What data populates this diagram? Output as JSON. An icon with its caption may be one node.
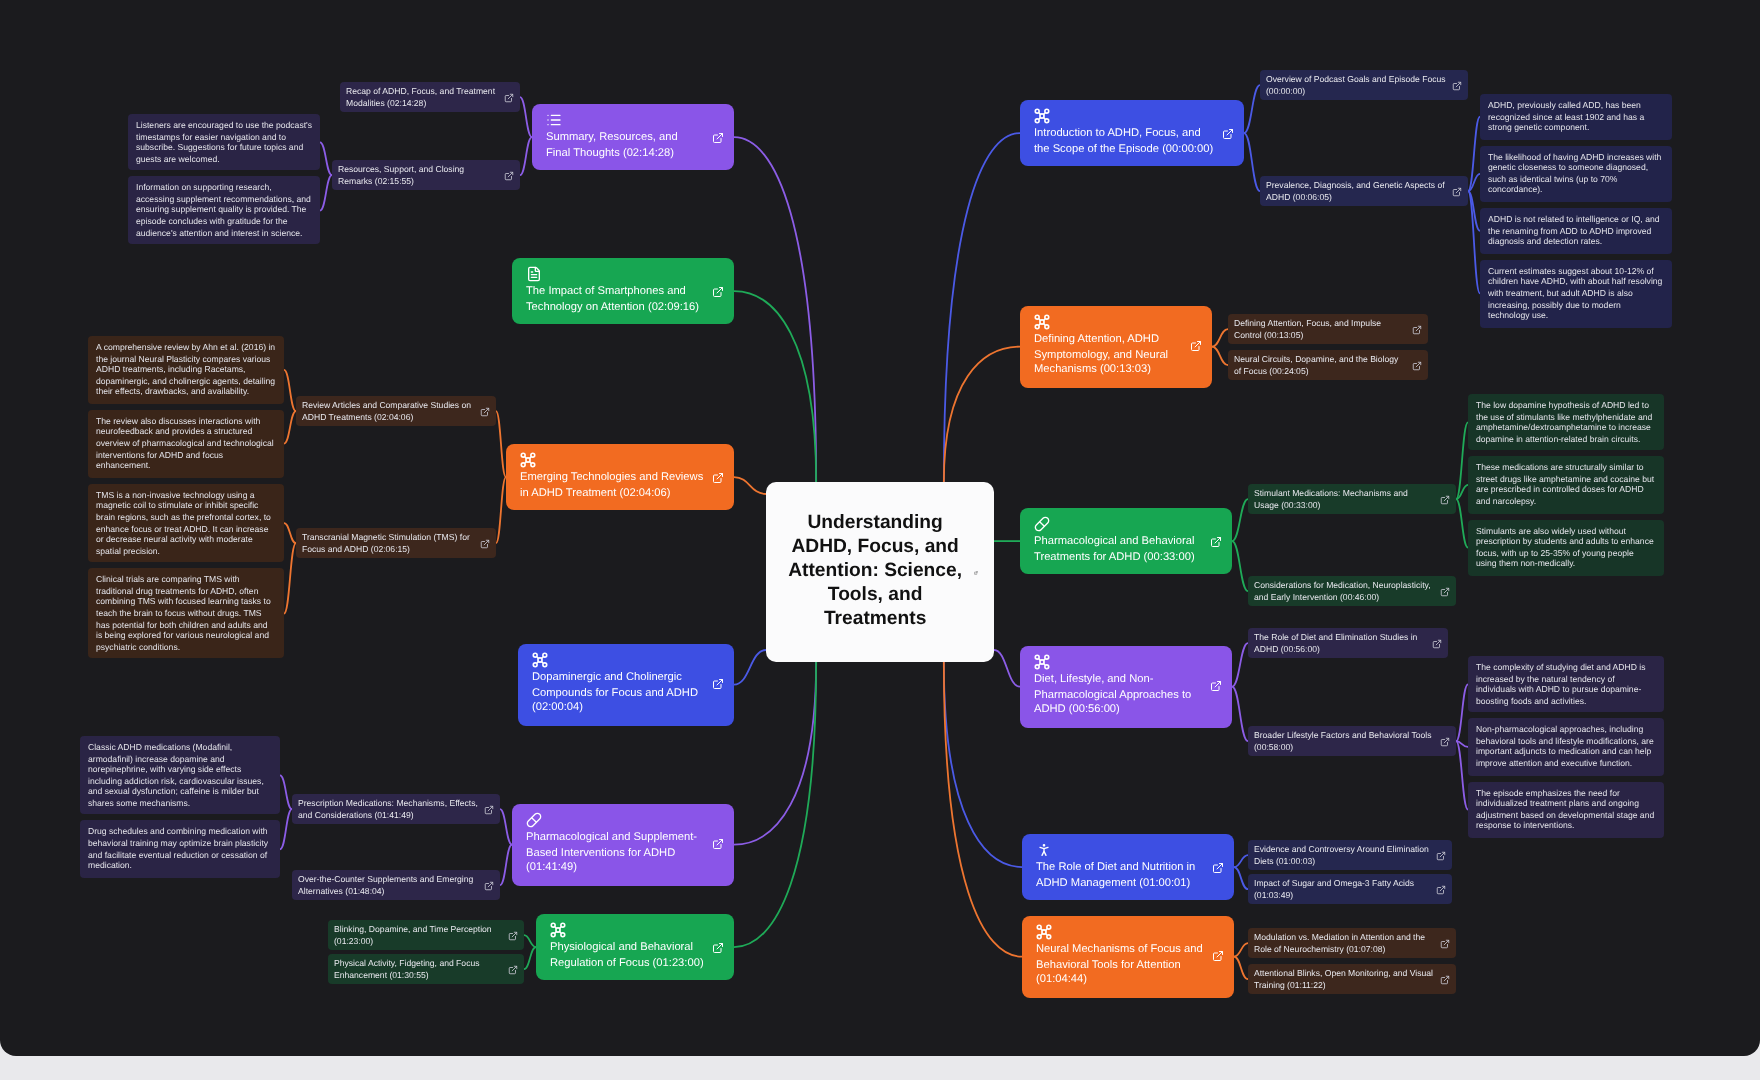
{
  "diagram": {
    "nodes": [
      {
        "text": [
          "Understanding ADHD, Focus, and Attention: Science, Tools, and Treatments"
        ]
      },
      {
        "text": [
          "Introduction to ADHD, Focus, and the Scope of the Episode (00:00:00)"
        ]
      },
      {
        "text": [
          "Overview of Podcast Goals and Episode Focus (00:00:00)"
        ]
      },
      {
        "text": [
          "Prevalence, Diagnosis, and Genetic Aspects of ADHD (00:06:05)"
        ]
      },
      {
        "text": [
          "ADHD, previously called ADD, has been recognized since at least 1902 and has a strong genetic component."
        ]
      },
      {
        "text": [
          "The likelihood of having ADHD increases with genetic closeness to someone diagnosed, such as identical twins (up to 70% concordance)."
        ]
      },
      {
        "text": [
          "ADHD is not related to intelligence or IQ, and the renaming from ADD to ADHD improved diagnosis and detection rates."
        ]
      },
      {
        "text": [
          "Current estimates suggest about 10-12% of children have ADHD, with about half resolving with treatment, but adult ADHD is also increasing, possibly due to modern technology use."
        ]
      },
      {
        "text": [
          "Defining Attention, ADHD Symptomology, and Neural Mechanisms (00:13:03)"
        ]
      },
      {
        "text": [
          "Defining Attention, Focus, and Impulse Control (00:13:05)"
        ]
      },
      {
        "text": [
          "Neural Circuits, Dopamine, and the Biology of Focus (00:24:05)"
        ]
      },
      {
        "text": [
          "Pharmacological and Behavioral Treatments for ADHD (00:33:00)"
        ]
      },
      {
        "text": [
          "Stimulant Medications: Mechanisms and Usage (00:33:00)"
        ]
      },
      {
        "text": [
          "The low dopamine hypothesis of ADHD led to the use of stimulants like methylphenidate and amphetamine/dextroamphetamine to increase dopamine in attention-related brain circuits."
        ]
      },
      {
        "text": [
          "These medications are structurally similar to street drugs like amphetamine and cocaine but are prescribed in controlled doses for ADHD and narcolepsy."
        ]
      },
      {
        "text": [
          "Stimulants are also widely used without prescription by students and adults to enhance focus, with up to 25-35% of young people using them non-medically."
        ]
      },
      {
        "text": [
          "Considerations for Medication, Neuroplasticity, and Early Intervention (00:46:00)"
        ]
      },
      {
        "text": [
          "Diet, Lifestyle, and Non-Pharmacological Approaches to ADHD (00:56:00)"
        ]
      },
      {
        "text": [
          "The Role of Diet and Elimination Studies in ADHD (00:56:00)"
        ]
      },
      {
        "text": [
          "Broader Lifestyle Factors and Behavioral Tools (00:58:00)"
        ]
      },
      {
        "text": [
          "The complexity of studying diet and ADHD is increased by the natural tendency of individuals with ADHD to pursue dopamine-boosting foods and activities."
        ]
      },
      {
        "text": [
          "Non-pharmacological approaches, including behavioral tools and lifestyle modifications, are important adjuncts to medication and can help improve attention and executive function."
        ]
      },
      {
        "text": [
          "The episode emphasizes the need for individualized treatment plans and ongoing adjustment based on developmental stage and response to interventions."
        ]
      },
      {
        "text": [
          "The Role of Diet and Nutrition in ADHD Management (01:00:01)"
        ]
      },
      {
        "text": [
          "Evidence and Controversy Around Elimination Diets (01:00:03)"
        ]
      },
      {
        "text": [
          "Impact of Sugar and Omega-3 Fatty Acids (01:03:49)"
        ]
      },
      {
        "text": [
          "Neural Mechanisms of Focus and Behavioral Tools for Attention (01:04:44)"
        ]
      },
      {
        "text": [
          "Modulation vs. Mediation in Attention and the Role of Neurochemistry (01:07:08)"
        ]
      },
      {
        "text": [
          "Attentional Blinks, Open Monitoring, and Visual Training (01:11:22)"
        ]
      },
      {
        "text": [
          "Summary, Resources, and Final Thoughts (02:14:28)"
        ]
      },
      {
        "text": [
          "Recap of ADHD, Focus, and Treatment Modalities (02:14:28)"
        ]
      },
      {
        "text": [
          "Resources, Support, and Closing Remarks (02:15:55)"
        ]
      },
      {
        "text": [
          "Listeners are encouraged to use the podcast's timestamps for easier navigation and to subscribe. Suggestions for future topics and guests are welcomed."
        ]
      },
      {
        "text": [
          "Information on supporting research, accessing supplement recommendations, and ensuring supplement quality is provided. The episode concludes with gratitude for the audience's attention and interest in science."
        ]
      },
      {
        "text": [
          "The Impact of Smartphones and Technology on Attention (02:09:16)"
        ]
      },
      {
        "text": [
          "Emerging Technologies and Reviews in ADHD Treatment (02:04:06)"
        ]
      },
      {
        "text": [
          "Review Articles and Comparative Studies on ADHD Treatments (02:04:06)"
        ]
      },
      {
        "text": [
          "A comprehensive review by Ahn et al. (2016) in the journal Neural Plasticity compares various ADHD treatments, including Racetams, dopaminergic, and cholinergic agents, detailing their effects, drawbacks, and availability."
        ]
      },
      {
        "text": [
          "The review also discusses interactions with neurofeedback and provides a structured overview of pharmacological and technological interventions for ADHD and focus enhancement."
        ]
      },
      {
        "text": [
          "Transcranial Magnetic Stimulation (TMS) for Focus and ADHD (02:06:15)"
        ]
      },
      {
        "text": [
          "TMS is a non-invasive technology using a magnetic coil to stimulate or inhibit specific brain regions, such as the prefrontal cortex, to enhance focus or treat ADHD. It can increase or decrease neural activity with moderate spatial precision."
        ]
      },
      {
        "text": [
          "Clinical trials are comparing TMS with traditional drug treatments for ADHD, often combining TMS with focused learning tasks to teach the brain to focus without drugs. TMS has potential for both children and adults and is being explored for various neurological and psychiatric conditions."
        ]
      },
      {
        "text": [
          "Dopaminergic and Cholinergic Compounds for Focus and ADHD (02:00:04)"
        ]
      },
      {
        "text": [
          "Pharmacological and Supplement-Based Interventions for ADHD (01:41:49)"
        ]
      },
      {
        "text": [
          "Prescription Medications: Mechanisms, Effects, and Considerations (01:41:49)"
        ]
      },
      {
        "text": [
          "Classic ADHD medications (Modafinil, armodafinil) increase dopamine and norepinephrine, with varying side effects including addiction risk, cardiovascular issues, and sexual dysfunction; caffeine is milder but shares some mechanisms."
        ]
      },
      {
        "text": [
          "Drug schedules and combining medication with behavioral training may optimize brain plasticity and facilitate eventual reduction or cessation of medication."
        ]
      },
      {
        "text": [
          "Over-the-Counter Supplements and Emerging Alternatives (01:48:04)"
        ]
      },
      {
        "text": [
          "Physiological and Behavioral Regulation of Focus (01:23:00)"
        ]
      },
      {
        "text": [
          "Blinking, Dopamine, and Time Perception (01:23:00)"
        ]
      },
      {
        "text": [
          "Physical Activity, Fidgeting, and Focus Enhancement (01:30:55)"
        ]
      }
    ],
    "edges": [
      {
        "from": 0,
        "to": 1,
        "arrow": "none",
        "color": "#4b5ae6"
      },
      {
        "from": 0,
        "to": 8,
        "arrow": "none",
        "color": "#ee7530"
      },
      {
        "from": 0,
        "to": 11,
        "arrow": "none",
        "color": "#1faa58"
      },
      {
        "from": 0,
        "to": 17,
        "arrow": "none",
        "color": "#8c5de6"
      },
      {
        "from": 0,
        "to": 23,
        "arrow": "none",
        "color": "#4b5ae6"
      },
      {
        "from": 0,
        "to": 26,
        "arrow": "none",
        "color": "#ee7530"
      },
      {
        "from": 0,
        "to": 29,
        "arrow": "none",
        "color": "#8c5de6"
      },
      {
        "from": 0,
        "to": 34,
        "arrow": "none",
        "color": "#1faa58"
      },
      {
        "from": 0,
        "to": 35,
        "arrow": "none",
        "color": "#ee7530"
      },
      {
        "from": 0,
        "to": 42,
        "arrow": "none",
        "color": "#4b5ae6"
      },
      {
        "from": 0,
        "to": 43,
        "arrow": "none",
        "color": "#8c5de6"
      },
      {
        "from": 0,
        "to": 48,
        "arrow": "none",
        "color": "#1faa58"
      },
      {
        "from": 1,
        "to": 2,
        "arrow": "none",
        "color": "#4b5ae6"
      },
      {
        "from": 1,
        "to": 3,
        "arrow": "none",
        "color": "#4b5ae6"
      },
      {
        "from": 3,
        "to": 4,
        "arrow": "none",
        "color": "#4b5ae6"
      },
      {
        "from": 3,
        "to": 5,
        "arrow": "none",
        "color": "#4b5ae6"
      },
      {
        "from": 3,
        "to": 6,
        "arrow": "none",
        "color": "#4b5ae6"
      },
      {
        "from": 3,
        "to": 7,
        "arrow": "none",
        "color": "#4b5ae6"
      },
      {
        "from": 8,
        "to": 9,
        "arrow": "none",
        "color": "#ee7530"
      },
      {
        "from": 8,
        "to": 10,
        "arrow": "none",
        "color": "#ee7530"
      },
      {
        "from": 11,
        "to": 12,
        "arrow": "none",
        "color": "#1faa58"
      },
      {
        "from": 11,
        "to": 16,
        "arrow": "none",
        "color": "#1faa58"
      },
      {
        "from": 12,
        "to": 13,
        "arrow": "none",
        "color": "#1faa58"
      },
      {
        "from": 12,
        "to": 14,
        "arrow": "none",
        "color": "#1faa58"
      },
      {
        "from": 12,
        "to": 15,
        "arrow": "none",
        "color": "#1faa58"
      },
      {
        "from": 17,
        "to": 18,
        "arrow": "none",
        "color": "#8c5de6"
      },
      {
        "from": 17,
        "to": 19,
        "arrow": "none",
        "color": "#8c5de6"
      },
      {
        "from": 19,
        "to": 20,
        "arrow": "none",
        "color": "#8c5de6"
      },
      {
        "from": 19,
        "to": 21,
        "arrow": "none",
        "color": "#8c5de6"
      },
      {
        "from": 19,
        "to": 22,
        "arrow": "none",
        "color": "#8c5de6"
      },
      {
        "from": 23,
        "to": 24,
        "arrow": "none",
        "color": "#4b5ae6"
      },
      {
        "from": 23,
        "to": 25,
        "arrow": "none",
        "color": "#4b5ae6"
      },
      {
        "from": 26,
        "to": 27,
        "arrow": "none",
        "color": "#ee7530"
      },
      {
        "from": 26,
        "to": 28,
        "arrow": "none",
        "color": "#ee7530"
      },
      {
        "from": 29,
        "to": 30,
        "arrow": "none",
        "color": "#8c5de6"
      },
      {
        "from": 29,
        "to": 31,
        "arrow": "none",
        "color": "#8c5de6"
      },
      {
        "from": 31,
        "to": 32,
        "arrow": "none",
        "color": "#8c5de6"
      },
      {
        "from": 31,
        "to": 33,
        "arrow": "none",
        "color": "#8c5de6"
      },
      {
        "from": 35,
        "to": 36,
        "arrow": "none",
        "color": "#ee7530"
      },
      {
        "from": 35,
        "to": 39,
        "arrow": "none",
        "color": "#ee7530"
      },
      {
        "from": 36,
        "to": 37,
        "arrow": "none",
        "color": "#ee7530"
      },
      {
        "from": 36,
        "to": 38,
        "arrow": "none",
        "color": "#ee7530"
      },
      {
        "from": 39,
        "to": 40,
        "arrow": "none",
        "color": "#ee7530"
      },
      {
        "from": 39,
        "to": 41,
        "arrow": "none",
        "color": "#ee7530"
      },
      {
        "from": 43,
        "to": 44,
        "arrow": "none",
        "color": "#8c5de6"
      },
      {
        "from": 43,
        "to": 47,
        "arrow": "none",
        "color": "#8c5de6"
      },
      {
        "from": 44,
        "to": 45,
        "arrow": "none",
        "color": "#8c5de6"
      },
      {
        "from": 44,
        "to": 46,
        "arrow": "none",
        "color": "#8c5de6"
      },
      {
        "from": 48,
        "to": 49,
        "arrow": "none",
        "color": "#1faa58"
      },
      {
        "from": 48,
        "to": 50,
        "arrow": "none",
        "color": "#1faa58"
      }
    ]
  }
}
